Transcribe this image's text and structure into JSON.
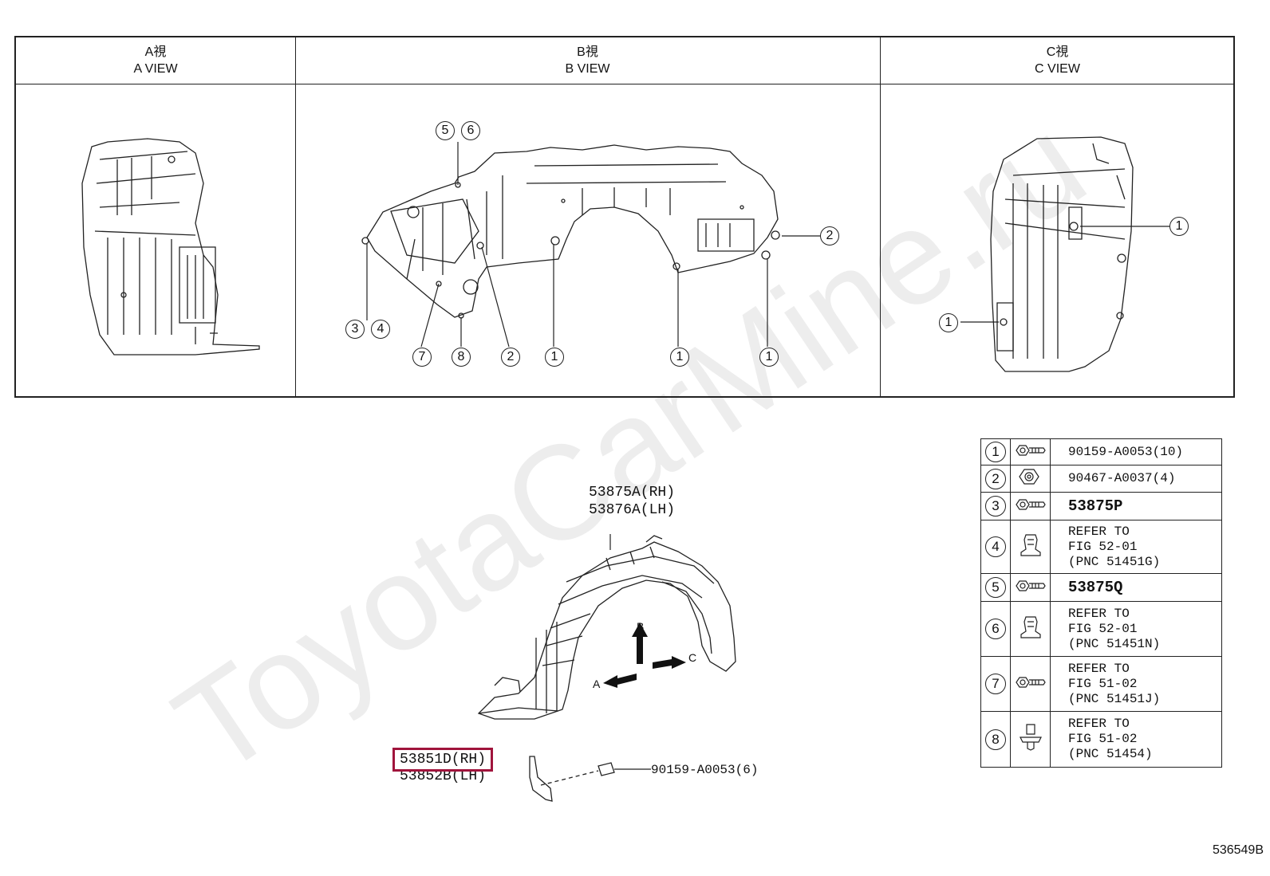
{
  "views": [
    {
      "jp": "A視",
      "en": "A VIEW"
    },
    {
      "jp": "B視",
      "en": "B VIEW"
    },
    {
      "jp": "C視",
      "en": "C VIEW"
    }
  ],
  "b_view_callouts": [
    "5",
    "6",
    "2",
    "3",
    "4",
    "7",
    "8",
    "2",
    "1",
    "1",
    "1"
  ],
  "c_view_callouts": [
    "1",
    "1"
  ],
  "main": {
    "liner_rh": "53875A(RH)",
    "liner_lh": "53876A(LH)",
    "shield_rh": "53851D(RH)",
    "shield_lh": "53852B(LH)",
    "bolt": "90159-A0053(6)",
    "dir_a": "A",
    "dir_b": "B",
    "dir_c": "C"
  },
  "highlight_color": "#a0143c",
  "parts": [
    {
      "num": "1",
      "icon": "bolt-icon",
      "text": [
        "90159-A0053(10)"
      ],
      "big": false
    },
    {
      "num": "2",
      "icon": "nut-icon",
      "text": [
        "90467-A0037(4)"
      ],
      "big": false
    },
    {
      "num": "3",
      "icon": "bolt-icon",
      "text": [
        "53875P"
      ],
      "big": true
    },
    {
      "num": "4",
      "icon": "clip-icon",
      "text": [
        "REFER TO",
        "FIG 52-01",
        "(PNC 51451G)"
      ],
      "big": false
    },
    {
      "num": "5",
      "icon": "bolt-icon",
      "text": [
        "53875Q"
      ],
      "big": true
    },
    {
      "num": "6",
      "icon": "clip-icon",
      "text": [
        "REFER TO",
        "FIG 52-01",
        "(PNC 51451N)"
      ],
      "big": false
    },
    {
      "num": "7",
      "icon": "bolt-icon",
      "text": [
        "REFER TO",
        "FIG 51-02",
        "(PNC 51451J)"
      ],
      "big": false
    },
    {
      "num": "8",
      "icon": "push-rivet-icon",
      "text": [
        "REFER TO",
        "FIG 51-02",
        "(PNC 51454)"
      ],
      "big": false
    }
  ],
  "watermark": "ToyotaCarMine.ru",
  "figure_code": "536549B"
}
